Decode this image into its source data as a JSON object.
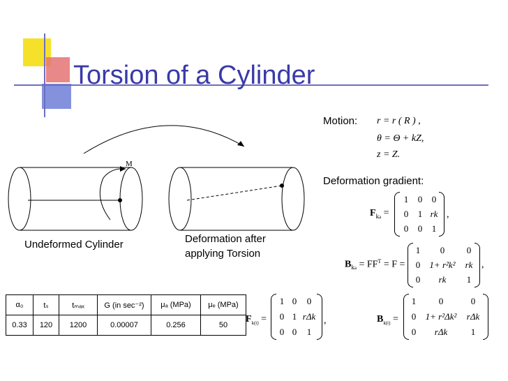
{
  "slide": {
    "title": "Torsion of a Cylinder",
    "colors": {
      "title": "#3a3aa8",
      "deco_yellow": "#f6e12a",
      "deco_red": "#e05a5a",
      "deco_blue": "#5b70d6",
      "deco_line": "#6e6ec0"
    }
  },
  "figure": {
    "moment_label": "M",
    "undeformed_label": "Undeformed Cylinder",
    "deformed_label_line1": "Deformation after",
    "deformed_label_line2": "applying Torsion"
  },
  "motion": {
    "heading": "Motion:",
    "eq1": "r = r ( R ) ,",
    "eq2": "θ = Θ + kZ,",
    "eq3": "z = Z."
  },
  "deformation": {
    "heading": "Deformation gradient:",
    "F_label": "F",
    "F_sub": "k",
    "F_subsub": "a",
    "F_matrix": [
      [
        "1",
        "0",
        "0"
      ],
      [
        "0",
        "1",
        "rk"
      ],
      [
        "0",
        "0",
        "1"
      ]
    ],
    "B_label": "B",
    "B_eq": "= FF",
    "B_sup": "T",
    "B_eq2": "= F =",
    "B_matrix": [
      [
        "1",
        "0",
        "0"
      ],
      [
        "0",
        "1+ r²k²",
        "rk"
      ],
      [
        "0",
        "rk",
        "1"
      ]
    ],
    "Ft_label": "F",
    "Ft_sub": "k(t)",
    "Ft_matrix": [
      [
        "1",
        "0",
        "0"
      ],
      [
        "0",
        "1",
        "rΔk"
      ],
      [
        "0",
        "0",
        "1"
      ]
    ],
    "Bt_label": "B",
    "Bt_sub": "k(t)",
    "Bt_matrix": [
      [
        "1",
        "0",
        "0"
      ],
      [
        "0",
        "1+ r²Δk²",
        "rΔk"
      ],
      [
        "0",
        "rΔk",
        "1"
      ]
    ]
  },
  "params_table": {
    "headers": [
      "α₀",
      "tₛ",
      "tₘₐₓ",
      "G (in sec⁻²)",
      "μₐ (MPa)",
      "μₑ (MPa)"
    ],
    "values": [
      "0.33",
      "120",
      "1200",
      "0.00007",
      "0.256",
      "50"
    ]
  }
}
